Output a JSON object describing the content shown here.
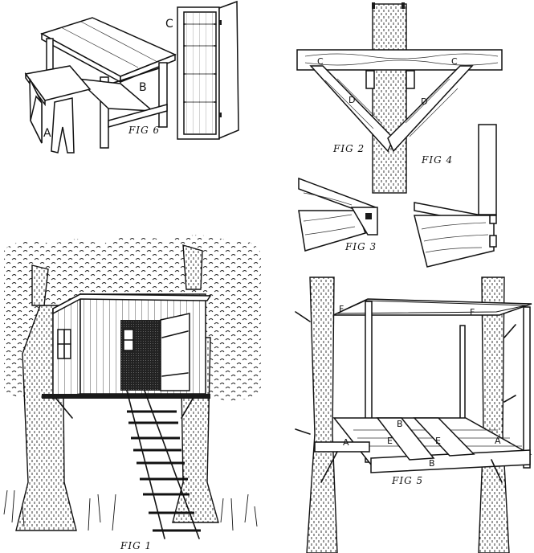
{
  "plate": {
    "subject": "Tree house construction illustrations",
    "figures": [
      {
        "id": "fig6",
        "caption": "FIG 6",
        "parts": [
          "A",
          "B",
          "C"
        ],
        "description": "Stool (A), table with shelf (B), tall cupboard with open door (C)"
      },
      {
        "id": "fig2",
        "caption": "FIG 2",
        "parts": [
          "C",
          "C",
          "D",
          "D"
        ],
        "description": "Beam across tree trunk supported by two diagonal braces"
      },
      {
        "id": "fig4",
        "caption": "FIG 4",
        "parts": [],
        "description": "Corner joint with upright post"
      },
      {
        "id": "fig3",
        "caption": "FIG 3",
        "parts": [],
        "description": "Notched (mortise) beam joint"
      },
      {
        "id": "fig1",
        "caption": "FIG 1",
        "parts": [],
        "description": "Completed tree house between two trees with ladder"
      },
      {
        "id": "fig5",
        "caption": "FIG 5",
        "parts": [
          "F",
          "F",
          "B",
          "B",
          "E",
          "E",
          "A",
          "A"
        ],
        "description": "Platform frame between two trees"
      }
    ]
  },
  "labels": {
    "fig6": "FIG 6",
    "fig2": "FIG 2",
    "fig4": "FIG 4",
    "fig3": "FIG 3",
    "fig1": "FIG 1",
    "fig5": "FIG 5",
    "fig6_a": "A",
    "fig6_b": "B",
    "fig6_c": "C",
    "fig2_c_left": "C",
    "fig2_c_right": "C",
    "fig2_d_left": "D",
    "fig2_d_right": "D",
    "fig5_f_left": "F",
    "fig5_f_right": "F",
    "fig5_b_back": "B",
    "fig5_b_front": "B",
    "fig5_e_left": "E",
    "fig5_e_right": "E",
    "fig5_a_left": "A",
    "fig5_a_right": "A"
  },
  "colors": {
    "ink": "#111111",
    "paper": "#ffffff"
  }
}
